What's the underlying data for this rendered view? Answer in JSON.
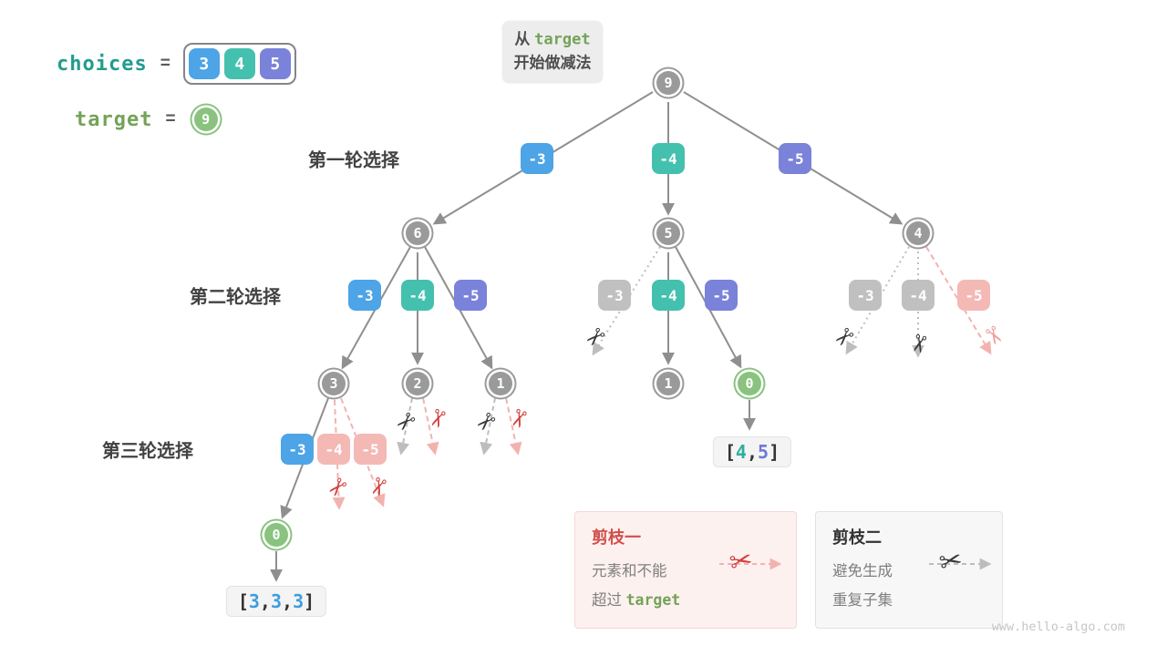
{
  "meta": {
    "watermark": "www.hello-algo.com"
  },
  "icons": {
    "scissors": "✂"
  },
  "colors": {
    "blue": "#4da4e6",
    "teal": "#44c0ae",
    "purple": "#7a82d9",
    "pruned_gray": "#c0c0c0",
    "pruned_pink": "#f4b9b5",
    "green_node": "#89c37f",
    "node_gray": "#9a9a9a",
    "keyword_teal": "#219c8e",
    "keyword_green": "#74a357",
    "prune_red": "#d14e4b"
  },
  "header": {
    "choices_label": "choices",
    "eq1": "=",
    "choices": [
      "3",
      "4",
      "5"
    ],
    "target_label": "target",
    "eq2": "=",
    "target_value": "9"
  },
  "annotation": {
    "prefix": "从",
    "keyword": "target",
    "line2": "开始做减法"
  },
  "rounds": [
    "第一轮选择",
    "第二轮选择",
    "第三轮选择"
  ],
  "nodes": {
    "root": "9",
    "n6": "6",
    "n5": "5",
    "n4": "4",
    "n3": "3",
    "n2": "2",
    "n1a": "1",
    "n1b": "1",
    "n0a": "0",
    "n0b": "0"
  },
  "chips": {
    "l1": [
      "-3",
      "-4",
      "-5"
    ],
    "l2a": [
      "-3",
      "-4",
      "-5"
    ],
    "l2b": [
      "-3",
      "-4",
      "-5"
    ],
    "l2c": [
      "-3",
      "-4",
      "-5"
    ],
    "l3": [
      "-3",
      "-4",
      "-5"
    ]
  },
  "results": {
    "r1": {
      "open": "[",
      "v1": "4",
      "c1": ",",
      "v2": "5",
      "close": "]"
    },
    "r2": {
      "open": "[",
      "v1": "3",
      "c1": ",",
      "v2": "3",
      "c2": ",",
      "v3": "3",
      "close": "]"
    }
  },
  "legend": {
    "prune1": {
      "title": "剪枝一",
      "line1": "元素和不能",
      "line2_prefix": "超过 ",
      "line2_keyword": "target"
    },
    "prune2": {
      "title": "剪枝二",
      "line1": "避免生成",
      "line2": "重复子集"
    }
  }
}
